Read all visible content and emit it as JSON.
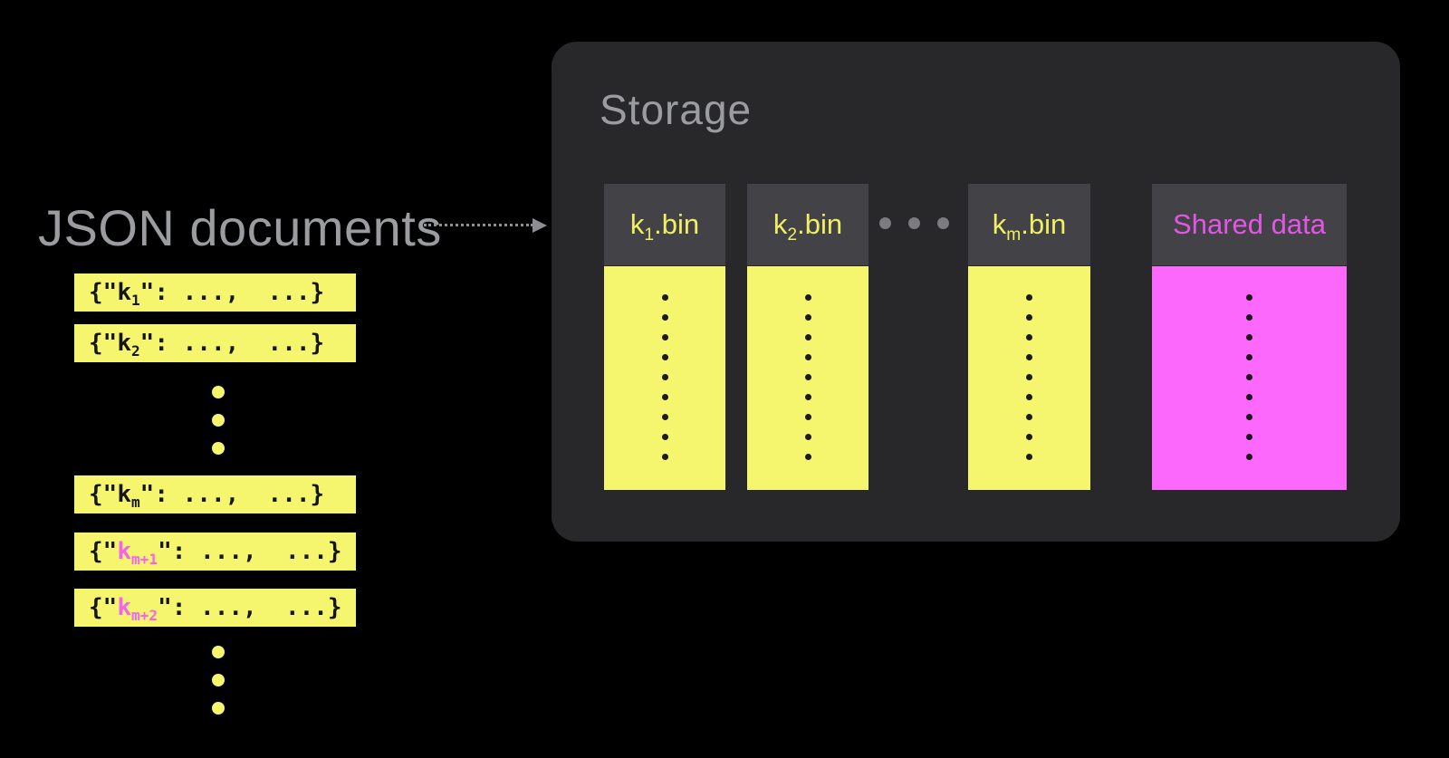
{
  "colors": {
    "background": "#000000",
    "panel": "#28282B",
    "panel_header": "#434347",
    "yellow": "#F6F66E",
    "pink": "#FB68FB",
    "pink_header_text": "#E356E5",
    "pink_key_text": "#F763F0",
    "muted_text": "#9B9CA0",
    "arrow": "#8E8E92",
    "dot_on_fill": "#1B1B1B",
    "gray_dot": "#7B7B80",
    "header_text_yellow": "#F0EE62",
    "row_text": "#151515"
  },
  "left_section": {
    "title": "JSON documents",
    "rows": [
      {
        "before": "{\"",
        "key": "k",
        "sub": "1",
        "after": "\": ...,  ...}",
        "highlight": false
      },
      {
        "before": "{\"",
        "key": "k",
        "sub": "2",
        "after": "\": ...,  ...}",
        "highlight": false
      },
      {
        "before": "{\"",
        "key": "k",
        "sub": "m",
        "after": "\": ...,  ...}",
        "highlight": false
      },
      {
        "before": "{\"",
        "key": "k",
        "sub": "m+1",
        "after": "\": ...,  ...}",
        "highlight": true
      },
      {
        "before": "{\"",
        "key": "k",
        "sub": "m+2",
        "after": "\": ...,  ...}",
        "highlight": true
      }
    ],
    "ellipsis_dots": 3
  },
  "storage": {
    "title": "Storage",
    "files": [
      {
        "key": "k",
        "sub": "1",
        "ext": ".bin",
        "kind": "partition"
      },
      {
        "key": "k",
        "sub": "2",
        "ext": ".bin",
        "kind": "partition"
      },
      {
        "key": "k",
        "sub": "m",
        "ext": ".bin",
        "kind": "partition"
      },
      {
        "label": "Shared data",
        "kind": "shared"
      }
    ],
    "between_dots": 3,
    "column_dots": 9
  }
}
